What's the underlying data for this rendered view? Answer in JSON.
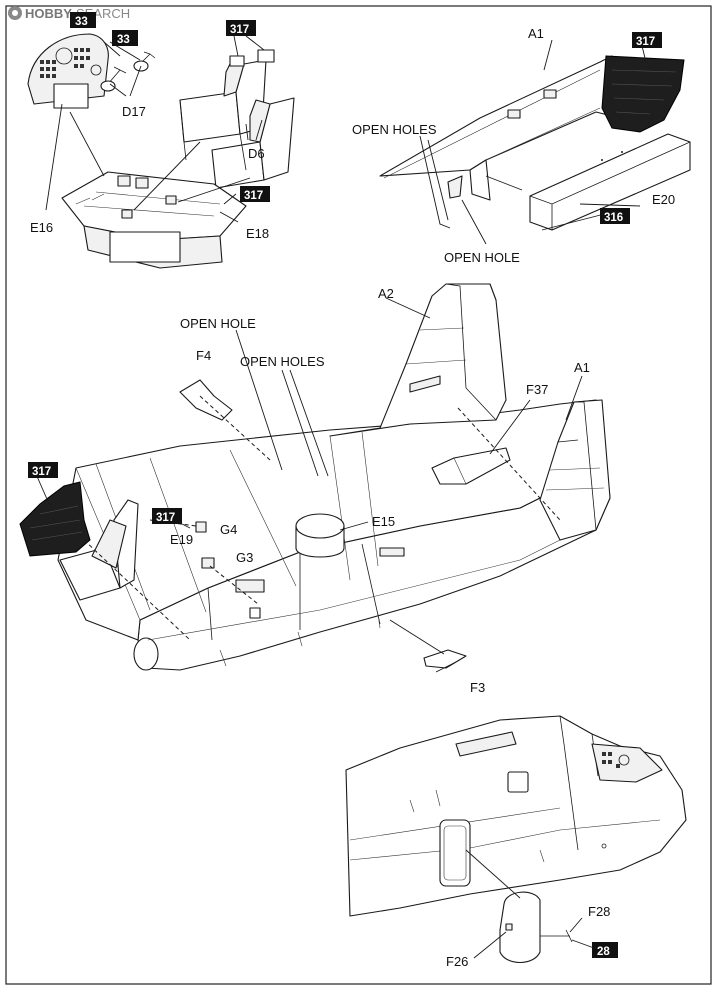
{
  "watermark": {
    "brand": "HOBBY",
    "suffix": "SEARCH"
  },
  "badges": {
    "color_33": "33",
    "color_317": "317",
    "color_316": "316",
    "color_28": "28"
  },
  "callouts": {
    "open_holes": "OPEN HOLES",
    "open_hole": "OPEN HOLE"
  },
  "parts": {
    "A1": "A1",
    "A2": "A2",
    "D6": "D6",
    "D17": "D17",
    "E15": "E15",
    "E16": "E16",
    "E18": "E18",
    "E19": "E19",
    "E20": "E20",
    "F3": "F3",
    "F4": "F4",
    "F26": "F26",
    "F28": "F28",
    "F37": "F37",
    "G3": "G3",
    "G4": "G4"
  }
}
